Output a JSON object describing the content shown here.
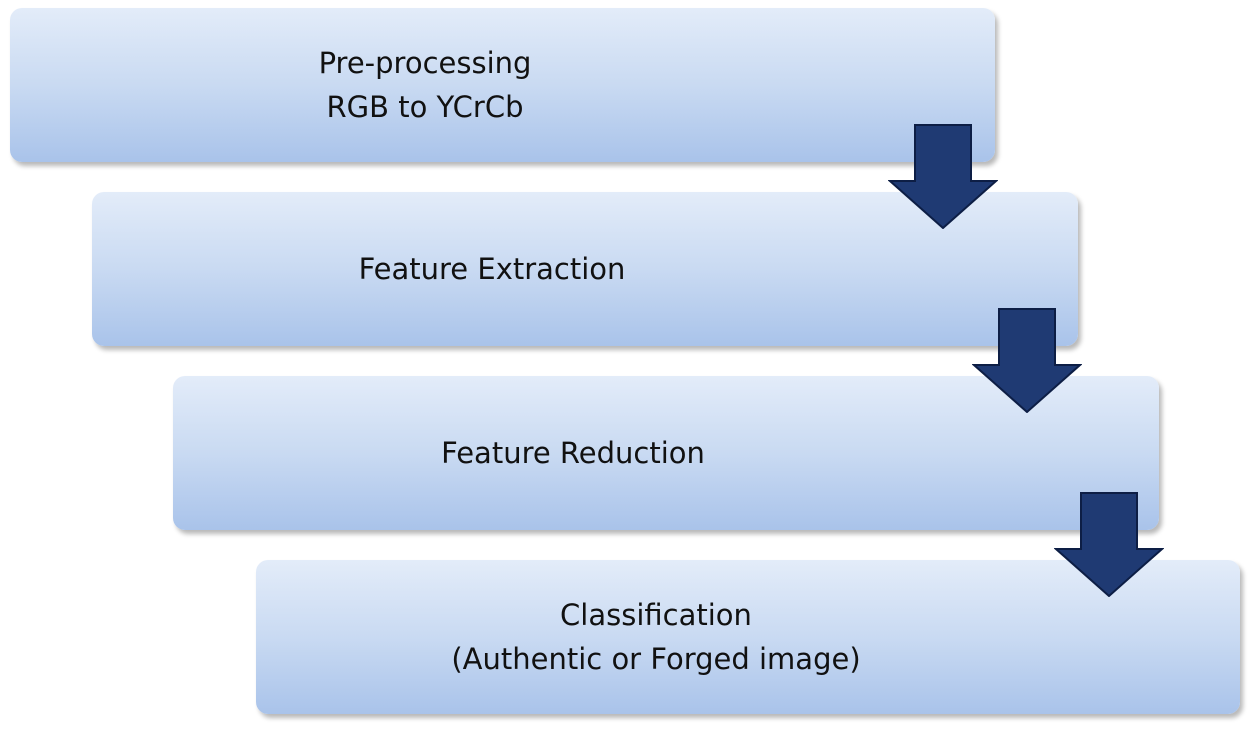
{
  "steps": [
    {
      "line1": "Pre-processing",
      "line2": "RGB to YCrCb"
    },
    {
      "line1": "Feature Extraction",
      "line2": ""
    },
    {
      "line1": "Feature Reduction",
      "line2": ""
    },
    {
      "line1": "Classification",
      "line2": "(Authentic or Forged image)"
    }
  ],
  "colors": {
    "box_top": "#e3ecf9",
    "box_bottom": "#a9c3ea",
    "arrow_fill": "#1f3a73",
    "arrow_stroke": "#0d1e45",
    "text": "#111111"
  },
  "icons": {
    "connector": "down-arrow-icon"
  }
}
